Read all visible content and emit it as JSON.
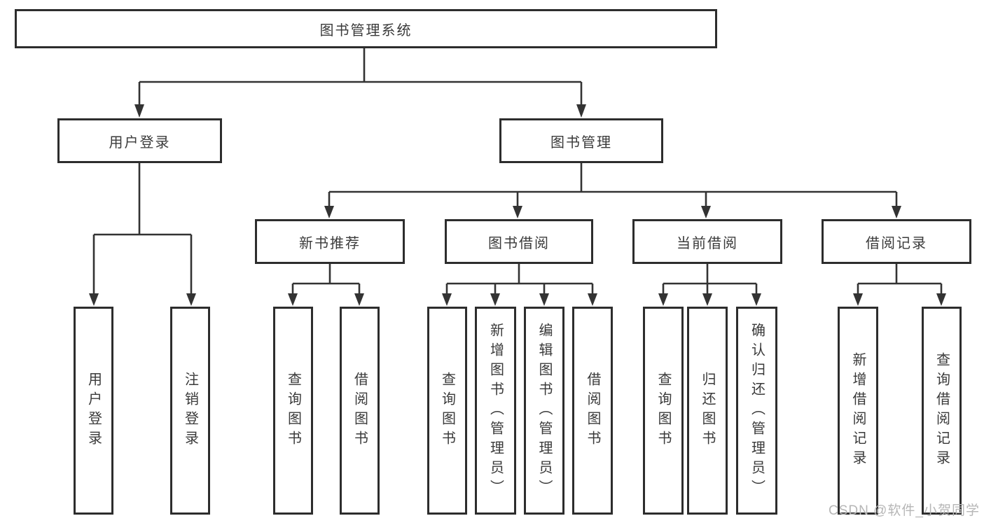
{
  "diagram": {
    "title": "图书管理系统",
    "watermark": "CSDN @软件_小贺同学",
    "colors": {
      "line": "#333333",
      "box_border": "#2d2d2d",
      "text": "#3a3a3a",
      "watermark": "#b6b6b6",
      "background": "#ffffff"
    },
    "tree": {
      "root": {
        "label": "图书管理系统"
      },
      "branches": [
        {
          "label": "用户登录",
          "children": [
            {
              "label": "用户登录"
            },
            {
              "label": "注销登录"
            }
          ]
        },
        {
          "label": "图书管理",
          "children": [
            {
              "label": "新书推荐",
              "children": [
                {
                  "label": "查询图书"
                },
                {
                  "label": "借阅图书"
                }
              ]
            },
            {
              "label": "图书借阅",
              "children": [
                {
                  "label": "查询图书"
                },
                {
                  "label": "新增图书（管理员）"
                },
                {
                  "label": "编辑图书（管理员）"
                },
                {
                  "label": "借阅图书"
                }
              ]
            },
            {
              "label": "当前借阅",
              "children": [
                {
                  "label": "查询图书"
                },
                {
                  "label": "归还图书"
                },
                {
                  "label": "确认归还（管理员）"
                }
              ]
            },
            {
              "label": "借阅记录",
              "children": [
                {
                  "label": "新增借阅记录"
                },
                {
                  "label": "查询借阅记录"
                }
              ]
            }
          ]
        }
      ]
    }
  }
}
